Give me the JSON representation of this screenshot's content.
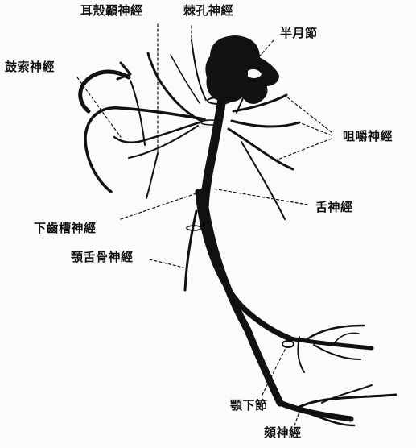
{
  "labels": {
    "auriculotemporal": "耳殼顳神經",
    "spinosus": "棘孔神經",
    "semilunar_ganglion": "半月節",
    "chorda_tympani": "鼓索神經",
    "masticatory": "咀嚼神經",
    "lingual": "舌神經",
    "inferior_alveolar": "下齒槽神經",
    "mylohyoid": "顎舌骨神經",
    "submandibular_ganglion": "顎下節",
    "mandibular": "頦神經"
  },
  "colors": {
    "ink": "#111111",
    "paper": "#fbfbf9"
  }
}
